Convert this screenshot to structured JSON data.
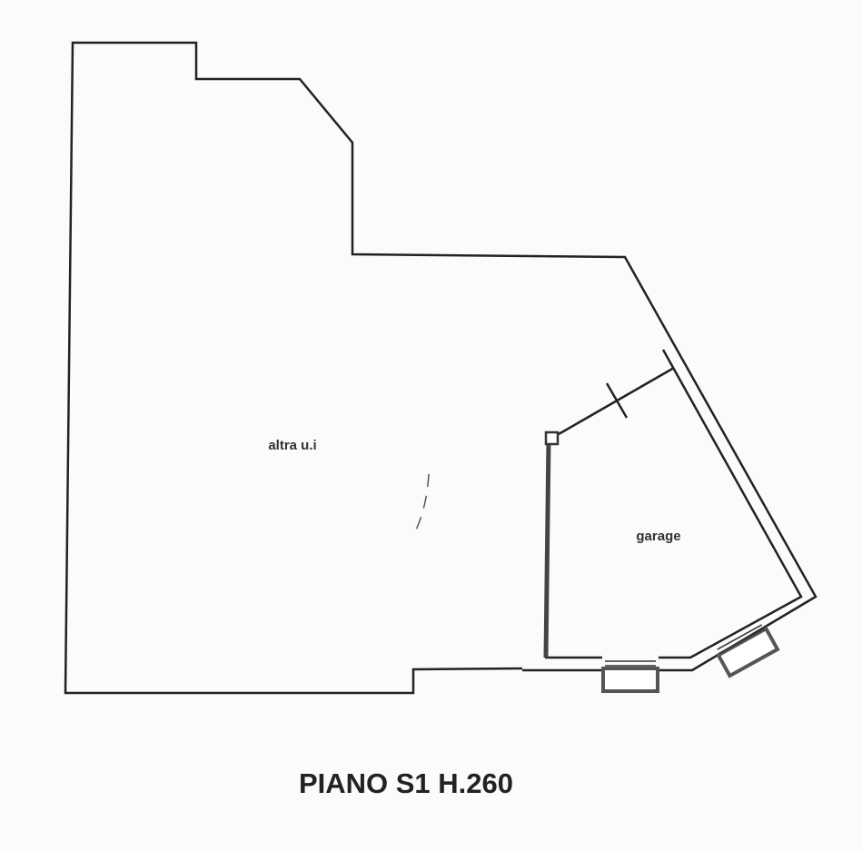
{
  "plan": {
    "rooms": [
      {
        "label": "altra u.i"
      },
      {
        "label": "garage"
      }
    ],
    "title": "PIANO S1 H.260"
  }
}
